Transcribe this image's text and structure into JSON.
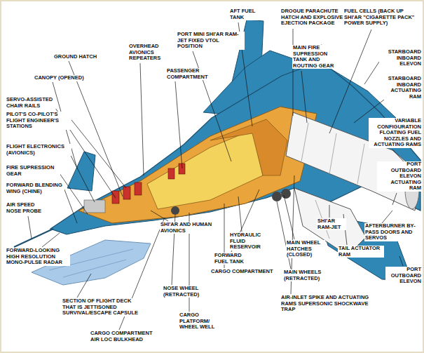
{
  "diagram": {
    "labels": [
      "AFT FUEL TANK",
      "DROGUE PARACHUTE HATCH AND EXPLOSIVE EJECTION PACKAGE",
      "FUEL CELLS (BACK UP SHI'AR \"CIGARETTE PACK\" POWER SUPPLY)",
      "GROUND HATCH",
      "OVERHEAD AVIONICS REPEATERS",
      "PORT MINI SHI'AR RAM-JET FIXED VTOL POSITION",
      "MAIN FIRE SUPRESSION TANK AND ROUTING GEAR",
      "STARBOARD INBOARD ELEVON",
      "CANOPY (OPENED)",
      "PASSENGER COMPARTMENT",
      "STARBOARD INBOARD ACTUATING RAM",
      "SERVO-ASSISTED CHAIR RAILS",
      "VARIABLE CONFIGURATION FLOATING FUEL NOZZLES AND ACTUATING RAMS",
      "PILOT'S CO-PILOT'S FLIGHT ENGINEER'S STATIONS",
      "PORT OUTBOARD ELEVON ACTUATING RAM",
      "FLIGHT ELECTRONICS (AVIONICS)",
      "FIRE SUPRESSION GEAR",
      "FORWARD BLENDING WING (CHINE)",
      "AIR SPEED NOSE PROBE",
      "SHI'AR AND HUMAN AVIONICS",
      "SHI'AR RAM-JET",
      "HYDRAULIC FLUID RESERVOIR",
      "AFTERBURNER BY-PASS DOORS AND SERVOS",
      "FORWARD FUEL TANK",
      "MAIN WHEEL HATCHES (CLOSED)",
      "TAIL ACTUATOR RAM",
      "CARGO COMPARTMENT",
      "FORWARD-LOOKING HIGH RESOLUTION MONO-PULSE RADAR",
      "NOSE WHEEL (RETRACTED)",
      "MAIN WHEELS (RETRACTED)",
      "PORT OUTBOARD ELEVON",
      "AIR-INLET SPIKE AND ACTUATING RAMS SUPERSONIC SHOCKWAVE TRAP",
      "SECTION OF FLIGHT DECK THAT IS JETTISONED SURVIVAL/ESCAPE CAPSULE",
      "CARGO PLATFORM/ WHEEL WELL",
      "CARGO COMPARTMENT AIR LOC BULKHEAD"
    ]
  }
}
